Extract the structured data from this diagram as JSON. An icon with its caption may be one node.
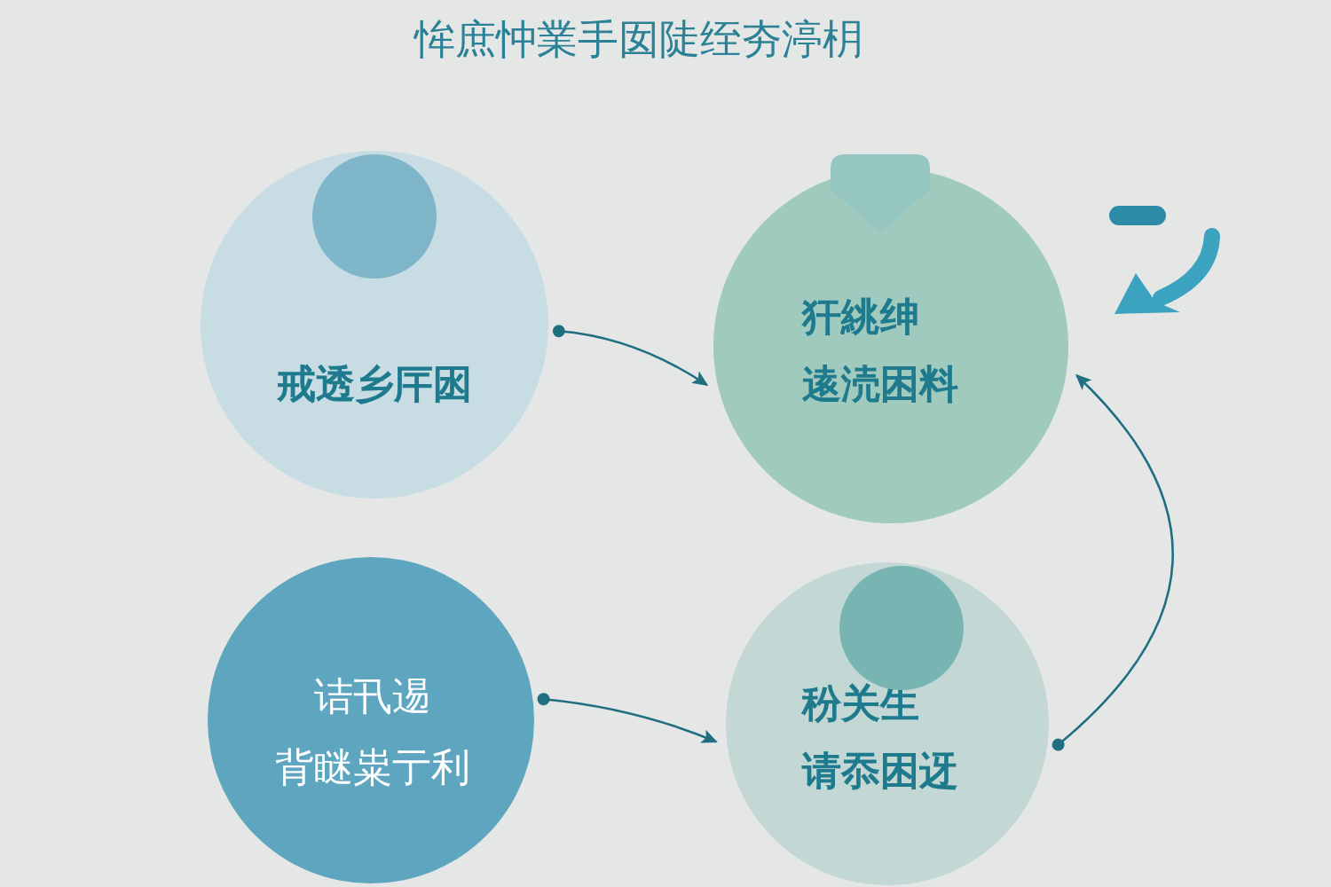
{
  "diagram": {
    "title": "恈庶忡業手囡陡绖夯渟枂",
    "nodes": [
      {
        "text": [
          "戒透乡厈囦"
        ]
      },
      {
        "text": [],
        "shape": "circle",
        "in": 0
      },
      {
        "text": [
          "犴絩绅",
          "逺涜困料"
        ]
      },
      {
        "text": [],
        "shape": "shield"
      },
      {
        "text": [
          "诘卂逷",
          "背瞇粜亍利"
        ]
      },
      {
        "text": [
          "秎关生",
          "请忝困迓"
        ]
      },
      {
        "text": [],
        "shape": "circle",
        "in": 5
      }
    ],
    "edges": [
      {
        "from": 0,
        "to": 2,
        "arrow": "to"
      },
      {
        "from": 4,
        "to": 5,
        "arrow": "to"
      },
      {
        "from": 5,
        "to": 2,
        "arrow": "to"
      }
    ]
  }
}
